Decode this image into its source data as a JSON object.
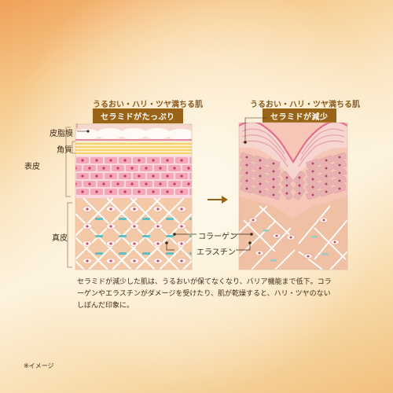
{
  "left": {
    "heading": "うるおい・ハリ・ツヤ満ちる肌",
    "tag": "セラミドがたっぷり"
  },
  "right": {
    "heading": "うるおい・ハリ・ツヤ満ちる肌",
    "tag": "セラミドが減少"
  },
  "labels": {
    "sebum": "皮脂膜",
    "stratum": "角質",
    "epidermis": "表皮",
    "dermis": "真皮",
    "collagen": "コラーゲン",
    "elastin": "エラスチン"
  },
  "description": "セラミドが減少した肌は、うるおいが保てなくなり、バリア機能まで低下。コラーゲンやエラスチンがダメージを受けたり、肌が乾燥すると、ハリ・ツヤのないしぼんだ印象に。",
  "note": "※イメージ",
  "colors": {
    "tag_bg": "#9a6418",
    "heading": "#8a5a1c",
    "epidermis_cell": "#e56a8a",
    "dermis_bg": "#f4c9a8",
    "elastin": "#5fc0c4"
  }
}
